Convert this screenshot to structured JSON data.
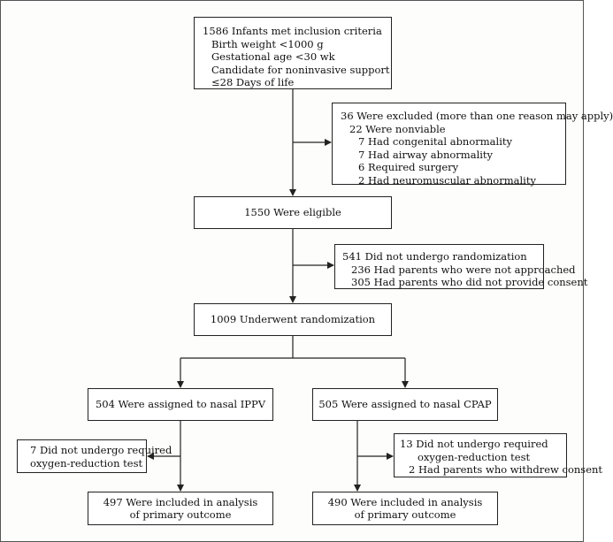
{
  "inclusion": {
    "title": "1586 Infants met inclusion criteria",
    "criteria": [
      "Birth weight <1000 g",
      "Gestational age <30 wk",
      "Candidate for noninvasive support",
      "≤28 Days of life"
    ]
  },
  "excluded": {
    "title": "36 Were excluded (more than one reason may apply)",
    "reasons": [
      "22 Were nonviable",
      "7 Had congenital abnormality",
      "7 Had airway abnormality",
      "6 Required surgery",
      "2 Had neuromuscular abnormality"
    ]
  },
  "eligible": "1550 Were eligible",
  "not_randomized": {
    "title": "541 Did not undergo randomization",
    "reasons": [
      "236 Had parents who were not approached",
      "305 Had parents who did not provide consent"
    ]
  },
  "randomized": "1009 Underwent randomization",
  "ippv": {
    "assigned": "504 Were assigned to nasal IPPV",
    "dropout": [
      "7 Did not undergo required",
      "oxygen-reduction test"
    ],
    "analyzed": [
      "497 Were included in analysis",
      "of primary outcome"
    ]
  },
  "cpap": {
    "assigned": "505 Were assigned to nasal CPAP",
    "dropout_title": "13 Did not undergo required",
    "dropout_cont": "oxygen-reduction test",
    "dropout_other": "2 Had parents who withdrew consent",
    "analyzed": [
      "490 Were included in analysis",
      "of primary outcome"
    ]
  }
}
